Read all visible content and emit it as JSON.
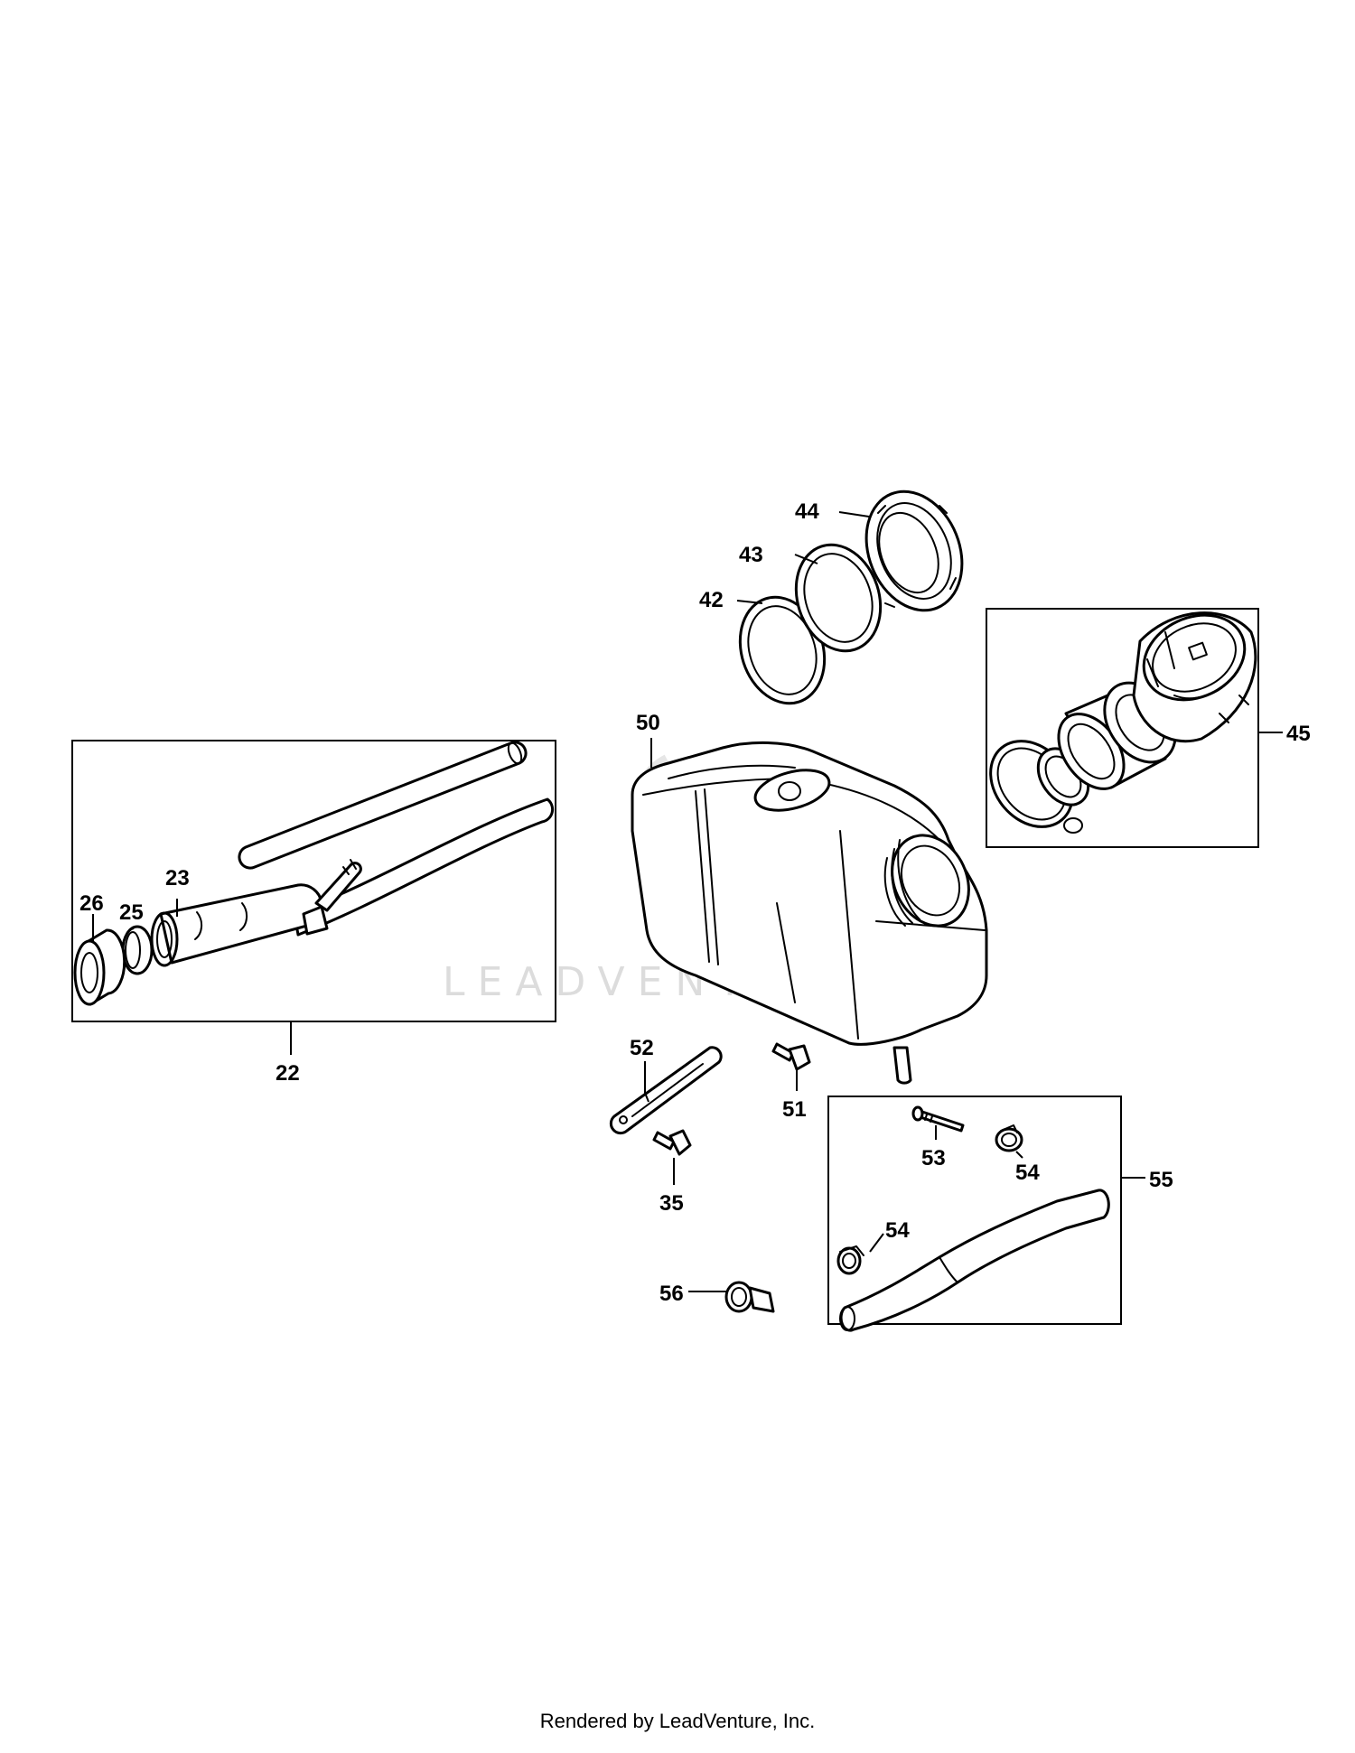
{
  "footer": "Rendered by LeadVenture, Inc.",
  "watermark": "LEADVENTURE",
  "callouts": {
    "p22": "22",
    "p23": "23",
    "p25": "25",
    "p26": "26",
    "p35": "35",
    "p42": "42",
    "p43": "43",
    "p44": "44",
    "p45": "45",
    "p50": "50",
    "p51": "51",
    "p52": "52",
    "p53": "53",
    "p54a": "54",
    "p54b": "54",
    "p55": "55",
    "p56": "56"
  }
}
